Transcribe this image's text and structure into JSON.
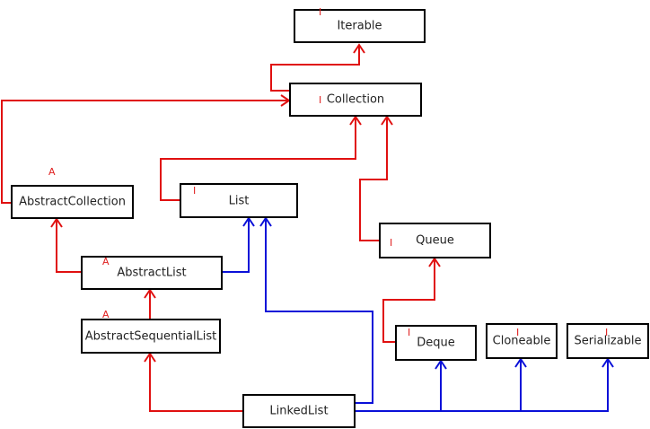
{
  "colors": {
    "extends": "#e01010",
    "implements": "#0a10d8",
    "marker": "#e02020",
    "border": "#000000"
  },
  "nodes": {
    "iterable": {
      "name": "Iterable",
      "tag": "I"
    },
    "collection": {
      "name": "Collection",
      "tag": "I"
    },
    "abstract_collection": {
      "name": "AbstractCollection",
      "tag": "A"
    },
    "list": {
      "name": "List",
      "tag": "I"
    },
    "queue": {
      "name": "Queue",
      "tag": "I"
    },
    "abstract_list": {
      "name": "AbstractList",
      "tag": "A"
    },
    "abstract_sequential_list": {
      "name": "AbstractSequentialList",
      "tag": "A"
    },
    "deque": {
      "name": "Deque",
      "tag": "I"
    },
    "cloneable": {
      "name": "Cloneable",
      "tag": "I"
    },
    "serializable": {
      "name": "Serializable",
      "tag": "I"
    },
    "linked_list": {
      "name": "LinkedList"
    }
  }
}
